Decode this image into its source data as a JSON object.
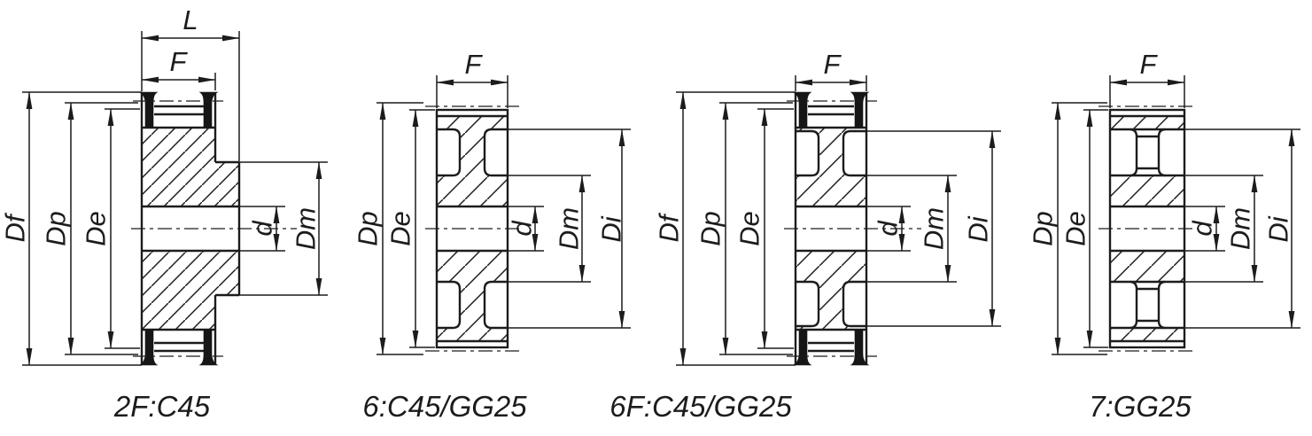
{
  "figure": {
    "background": "#ffffff",
    "line_color": "#1c1c1c",
    "description": "Four timing-belt pulley cross-section drawings with dimension callouts",
    "drawings": [
      {
        "caption": "2F:C45",
        "labels": {
          "L": "L",
          "F": "F",
          "Df": "Df",
          "Dp": "Dp",
          "De": "De",
          "d": "d",
          "Dm": "Dm"
        }
      },
      {
        "caption": "6:C45/GG25",
        "labels": {
          "F": "F",
          "Dp": "Dp",
          "De": "De",
          "d": "d",
          "Dm": "Dm",
          "Di": "Di"
        }
      },
      {
        "caption": "6F:C45/GG25",
        "labels": {
          "F": "F",
          "Df": "Df",
          "Dp": "Dp",
          "De": "De",
          "d": "d",
          "Dm": "Dm",
          "Di": "Di"
        }
      },
      {
        "caption": "7:GG25",
        "labels": {
          "F": "F",
          "Dp": "Dp",
          "De": "De",
          "d": "d",
          "Dm": "Dm",
          "Di": "Di"
        }
      }
    ]
  }
}
